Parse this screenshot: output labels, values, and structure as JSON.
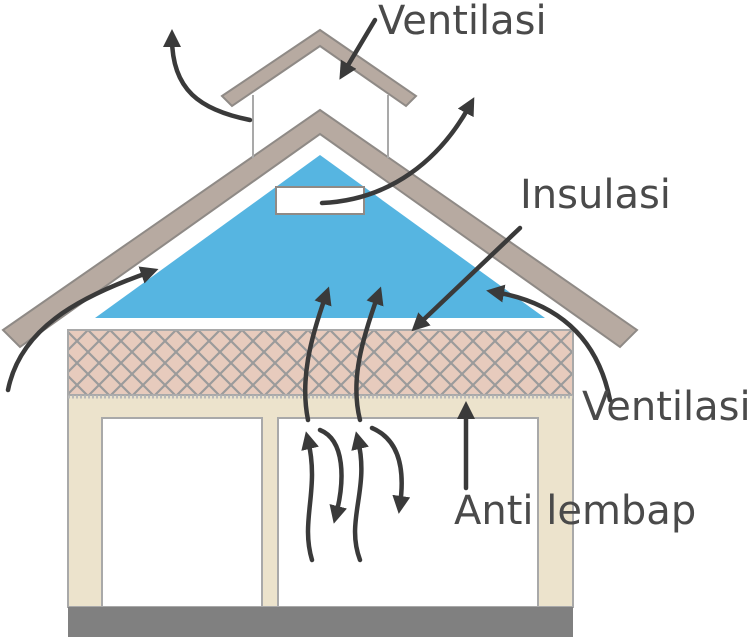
{
  "labels": {
    "vent_top": "Ventilasi",
    "insulation": "Insulasi",
    "vent_right": "Ventilasi",
    "anti_moisture": "Anti lembap"
  },
  "colors": {
    "roof": "#b7aaa1",
    "roof_outline": "#8f8a86",
    "attic": "#56b5e1",
    "insulation_fill": "#e7cbbd",
    "insulation_hatch": "#9b9b9b",
    "wall": "#ece3cc",
    "wall_outline": "#a9a9a9",
    "floor": "#808080",
    "arrow": "#3a3a3a",
    "text": "#4a4a4a"
  }
}
